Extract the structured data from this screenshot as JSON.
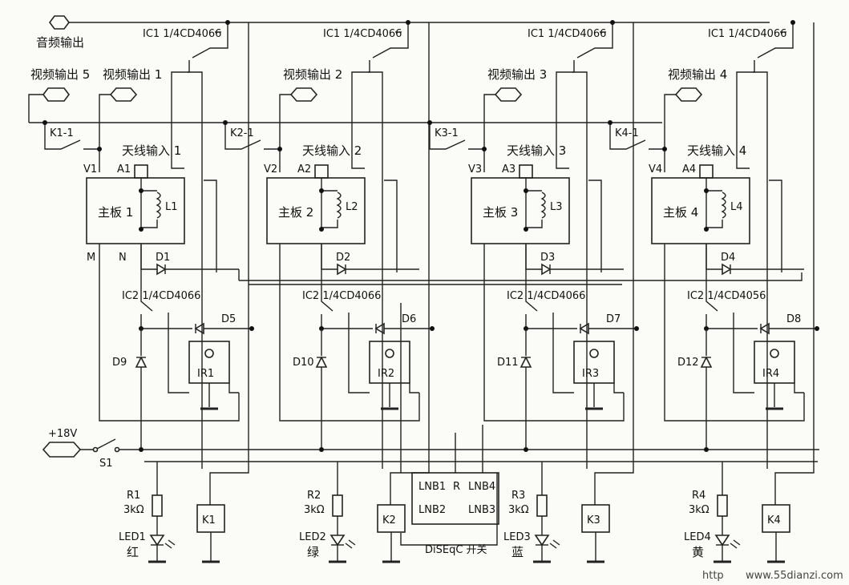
{
  "audio_out": "音频输出",
  "video_outs": [
    "视频输出 1",
    "视频输出 2",
    "视频输出 3",
    "视频输出 4"
  ],
  "video_out5": "视频输出 5",
  "ic1": "IC1  1/4CD4066",
  "ic2": [
    "IC2   1/4CD4066",
    "IC2   1/4CD4066",
    "IC2   1/4CD4066",
    "IC2   1/4CD4056"
  ],
  "antennas": [
    "天线输入 1",
    "天线输入 2",
    "天线输入 3",
    "天线输入 4"
  ],
  "boards": [
    "主板 1",
    "主板 2",
    "主板 3",
    "主板 4"
  ],
  "relay_contacts": [
    "K1-1",
    "K2-1",
    "K3-1",
    "K4-1"
  ],
  "v_labels": [
    "V1",
    "V2",
    "V3",
    "V4"
  ],
  "a_labels": [
    "A1",
    "A2",
    "A3",
    "A4"
  ],
  "l_labels": [
    "L1",
    "L2",
    "L3",
    "L4"
  ],
  "d_top": [
    "D1",
    "D2",
    "D3",
    "D4"
  ],
  "d_mid": [
    "D5",
    "D6",
    "D7",
    "D8"
  ],
  "d_side": [
    "D9",
    "D10",
    "D11",
    "D12"
  ],
  "ir": [
    "IR1",
    "IR2",
    "IR3",
    "IR4"
  ],
  "mn": [
    "M",
    "N"
  ],
  "power": "+18V",
  "switch": "S1",
  "resistors": [
    "R1",
    "R2",
    "R3",
    "R4"
  ],
  "res_value": "3kΩ",
  "leds": [
    "LED1",
    "LED2",
    "LED3",
    "LED4"
  ],
  "led_colors": [
    "红",
    "绿",
    "蓝",
    "黄"
  ],
  "relays": [
    "K1",
    "K2",
    "K3",
    "K4"
  ],
  "diseqc": {
    "lnb1": "LNB1",
    "r": "R",
    "lnb4": "LNB4",
    "lnb2": "LNB2",
    "lnb3": "LNB3",
    "title": "DiSEqC 开关"
  },
  "watermark_left": "http",
  "watermark": "www.55dianzi.com"
}
